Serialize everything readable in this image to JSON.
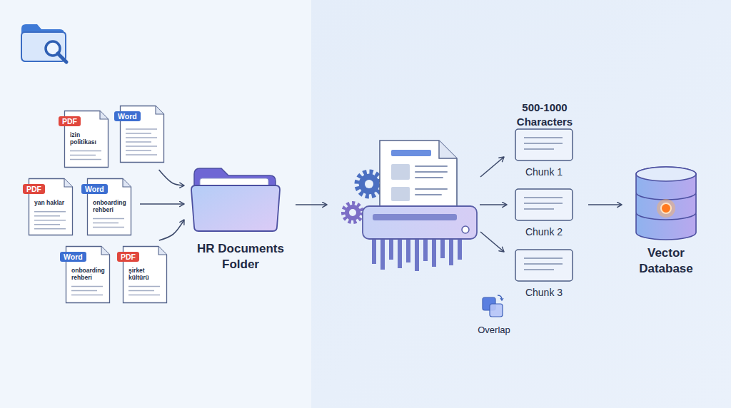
{
  "diagram": {
    "nodes": [
      {
        "text": [
          "PDF",
          "izin politikası"
        ]
      },
      {
        "text": [
          "Word"
        ]
      },
      {
        "text": [
          "PDF",
          "yan haklar"
        ]
      },
      {
        "text": [
          "Word",
          "onboarding rehberi"
        ]
      },
      {
        "text": [
          "Word",
          "onboarding rehberi"
        ]
      },
      {
        "text": [
          "PDF",
          "şirket kültürü"
        ]
      },
      {
        "text": [
          "HR Documents Folder"
        ]
      },
      {
        "text": [
          "Chunk 1"
        ]
      },
      {
        "text": [
          "Chunk 2"
        ]
      },
      {
        "text": [
          "Chunk 3"
        ]
      },
      {
        "text": [
          "Vector Database"
        ]
      }
    ],
    "edges": [
      {
        "from": 1,
        "to": 6,
        "arrow": "to"
      },
      {
        "from": 3,
        "to": 6,
        "arrow": "to"
      },
      {
        "from": 5,
        "to": 6,
        "arrow": "to"
      },
      {
        "from": 8,
        "to": 10,
        "arrow": "to"
      }
    ],
    "labels": [
      "500-1000 Characters",
      "Overlap"
    ]
  }
}
